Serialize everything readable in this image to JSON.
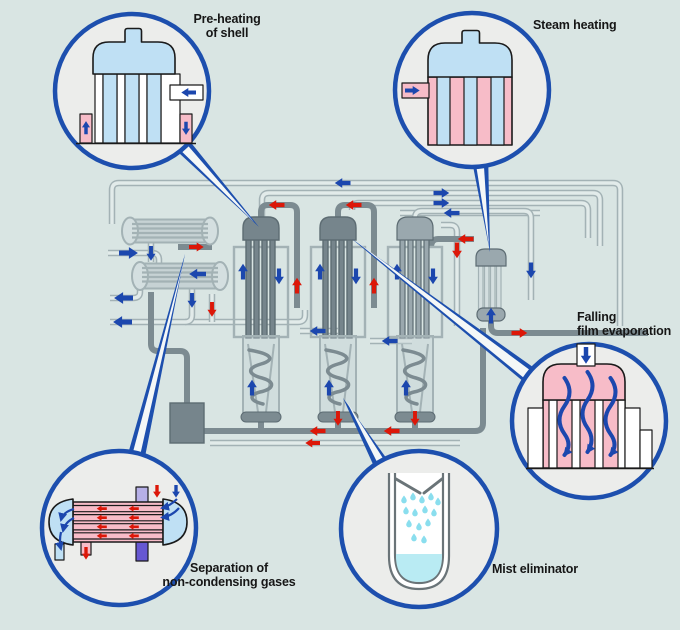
{
  "callouts": [
    {
      "id": "pre-heating-shell",
      "lines": [
        "Pre-heating",
        "of shell"
      ]
    },
    {
      "id": "steam-heating",
      "lines": [
        "Steam heating"
      ]
    },
    {
      "id": "falling-film-evaporation",
      "lines": [
        "Falling",
        "film evaporation"
      ]
    },
    {
      "id": "mist-eliminator",
      "lines": [
        "Mist eliminator"
      ]
    },
    {
      "id": "separation-non-condensing",
      "lines": [
        "Separation of",
        "non-condensing gases"
      ]
    }
  ],
  "colors": {
    "background": "#d9e5e3",
    "inset_fill": "#ecedeb",
    "callout_blue": "#1d4fae",
    "arrow_blue": "#1c47ae",
    "arrow_red": "#dc1708",
    "steam_pink": "#f7bcc8",
    "water_blue": "#bfe0f4",
    "droplet_cyan": "#8adeee",
    "pool_cyan": "#b9ebf3",
    "purple_light": "#b6b0e7",
    "purple_dark": "#6657d2",
    "pipe_light": "#a3b2b5",
    "pipe_fill": "#e2ebea",
    "pipe_dark": "#7c8b91",
    "metal_dark": "#76858c",
    "metal_darker": "#5d6c73",
    "tube_mid": "#9aa8ae",
    "hx_body": "#c6d2d4",
    "hx_cap": "#d4dfe0",
    "glass_gray": "#6a7478",
    "outline_black": "#1a1a1a",
    "label_color": "#161616"
  }
}
